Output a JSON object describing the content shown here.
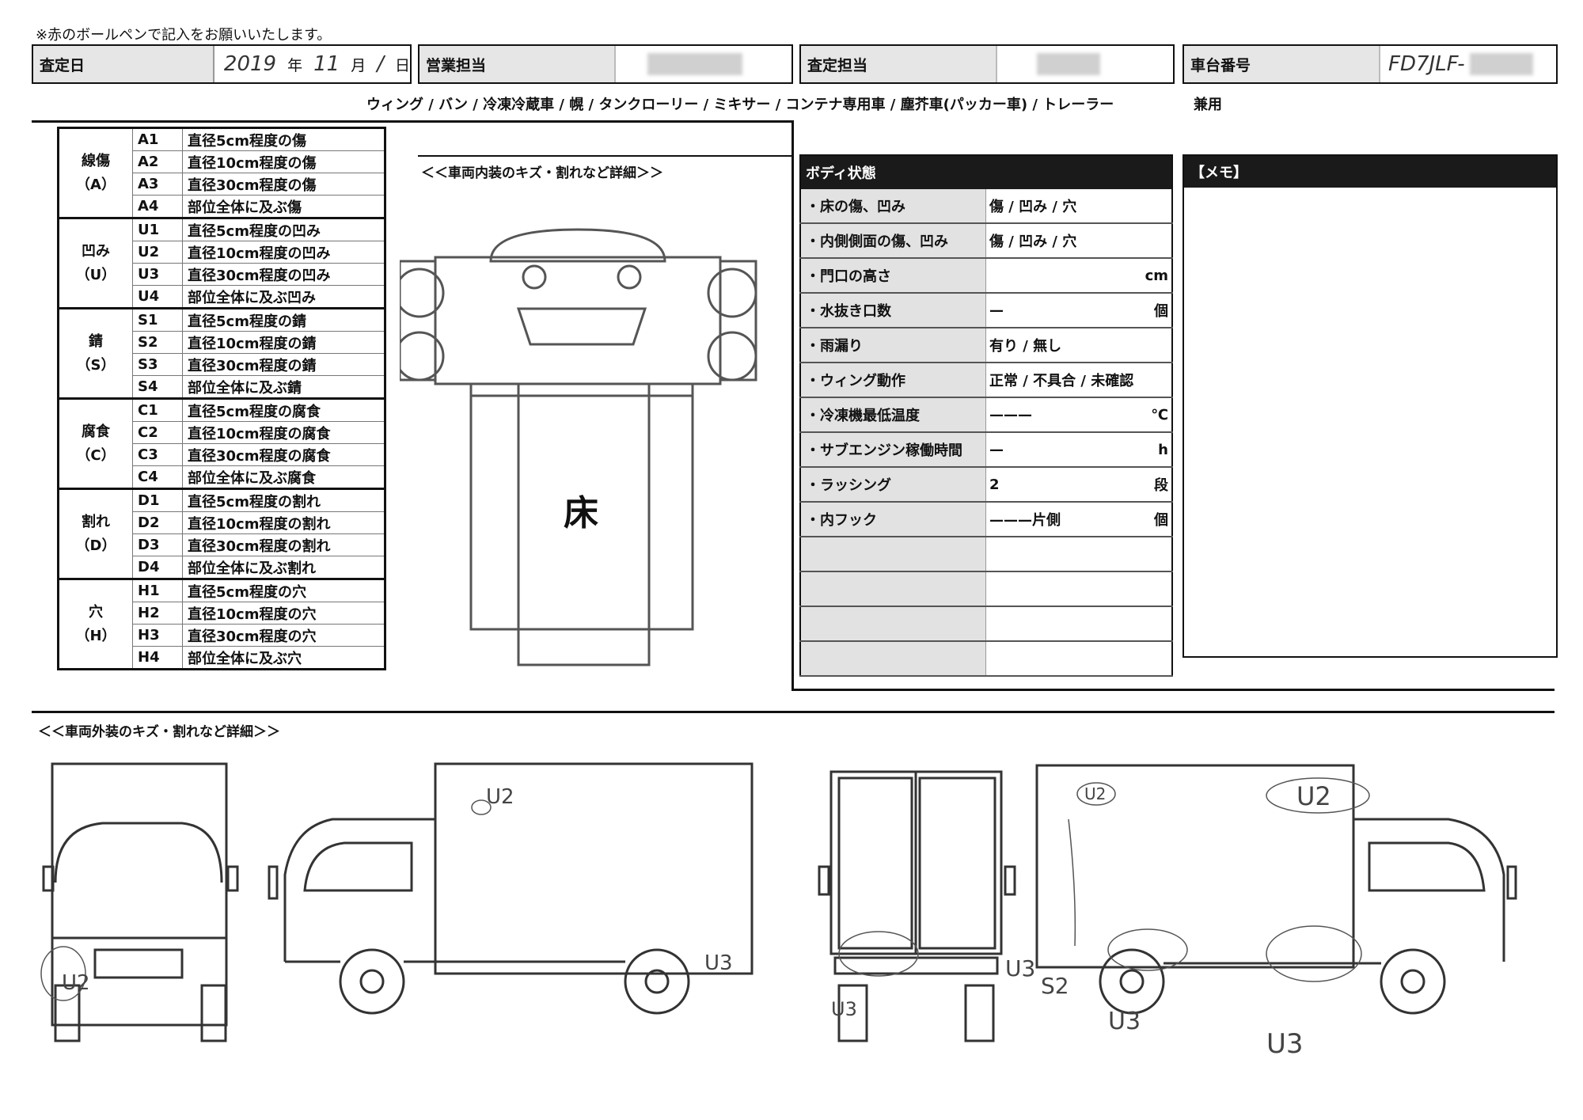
{
  "note": "※赤のボールペンで記入をお願いいたします。",
  "header": {
    "date_label": "査定日",
    "date_year": "2019",
    "year_unit": "年",
    "date_month": "11",
    "month_unit": "月",
    "date_day": "/",
    "day_unit": "日",
    "sales_label": "営業担当",
    "assessor_label": "査定担当",
    "chassis_label": "車台番号",
    "chassis_value": "FD7JLF-"
  },
  "vehicle_types": "ウィング / バン / 冷凍冷蔵車 / 幌 / タンクローリー / ミキサー / コンテナ専用車 / 塵芥車(パッカー車) / トレーラー",
  "combined_use": "兼用",
  "legend": [
    {
      "group": "線傷",
      "code_letter": "（A）",
      "rows": [
        {
          "code": "A1",
          "desc": "直径5cm程度の傷"
        },
        {
          "code": "A2",
          "desc": "直径10cm程度の傷"
        },
        {
          "code": "A3",
          "desc": "直径30cm程度の傷"
        },
        {
          "code": "A4",
          "desc": "部位全体に及ぶ傷"
        }
      ]
    },
    {
      "group": "凹み",
      "code_letter": "（U）",
      "rows": [
        {
          "code": "U1",
          "desc": "直径5cm程度の凹み"
        },
        {
          "code": "U2",
          "desc": "直径10cm程度の凹み"
        },
        {
          "code": "U3",
          "desc": "直径30cm程度の凹み"
        },
        {
          "code": "U4",
          "desc": "部位全体に及ぶ凹み"
        }
      ]
    },
    {
      "group": "錆",
      "code_letter": "（S）",
      "rows": [
        {
          "code": "S1",
          "desc": "直径5cm程度の錆"
        },
        {
          "code": "S2",
          "desc": "直径10cm程度の錆"
        },
        {
          "code": "S3",
          "desc": "直径30cm程度の錆"
        },
        {
          "code": "S4",
          "desc": "部位全体に及ぶ錆"
        }
      ]
    },
    {
      "group": "腐食",
      "code_letter": "（C）",
      "rows": [
        {
          "code": "C1",
          "desc": "直径5cm程度の腐食"
        },
        {
          "code": "C2",
          "desc": "直径10cm程度の腐食"
        },
        {
          "code": "C3",
          "desc": "直径30cm程度の腐食"
        },
        {
          "code": "C4",
          "desc": "部位全体に及ぶ腐食"
        }
      ]
    },
    {
      "group": "割れ",
      "code_letter": "（D）",
      "rows": [
        {
          "code": "D1",
          "desc": "直径5cm程度の割れ"
        },
        {
          "code": "D2",
          "desc": "直径10cm程度の割れ"
        },
        {
          "code": "D3",
          "desc": "直径30cm程度の割れ"
        },
        {
          "code": "D4",
          "desc": "部位全体に及ぶ割れ"
        }
      ]
    },
    {
      "group": "穴",
      "code_letter": "（H）",
      "rows": [
        {
          "code": "H1",
          "desc": "直径5cm程度の穴"
        },
        {
          "code": "H2",
          "desc": "直径10cm程度の穴"
        },
        {
          "code": "H3",
          "desc": "直径30cm程度の穴"
        },
        {
          "code": "H4",
          "desc": "部位全体に及ぶ穴"
        }
      ]
    }
  ],
  "interior_caption": "＜＜車両内装のキズ・割れなど詳細＞＞",
  "floor_label": "床",
  "body_status": {
    "title": "ボディ状態",
    "rows": [
      {
        "label": "・床の傷、凹み",
        "value": "傷 / 凹み / 穴",
        "unit": ""
      },
      {
        "label": "・内側側面の傷、凹み",
        "value": "傷 / 凹み / 穴",
        "unit": ""
      },
      {
        "label": "・門口の高さ",
        "value": "",
        "unit": "cm"
      },
      {
        "label": "・水抜き口数",
        "value": "—",
        "unit": "個"
      },
      {
        "label": "・雨漏り",
        "value": "有り / 無し",
        "unit": ""
      },
      {
        "label": "・ウィング動作",
        "value": "正常 / 不具合 / 未確認",
        "unit": ""
      },
      {
        "label": "・冷凍機最低温度",
        "value": "———",
        "unit": "℃"
      },
      {
        "label": "・サブエンジン稼働時間",
        "value": "—",
        "unit": "h"
      },
      {
        "label": "・ラッシング",
        "value": "2",
        "unit": "段"
      },
      {
        "label": "・内フック",
        "value": "———片側",
        "unit": "個"
      }
    ]
  },
  "memo_title": "【メモ】",
  "exterior_caption": "＜＜車両外装のキズ・割れなど詳細＞＞",
  "handwritten_marks": [
    "U2",
    "U2",
    "U2",
    "U3",
    "U3",
    "U3",
    "S2",
    "U3",
    "U3",
    "U2"
  ]
}
